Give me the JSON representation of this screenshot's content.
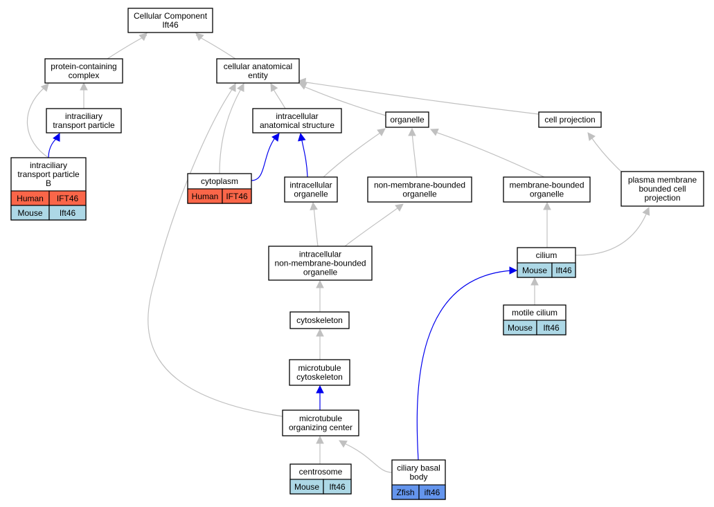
{
  "colors": {
    "gray_edge": "#c0c0c0",
    "blue_edge": "#0000ee",
    "Human": "#fa6649",
    "Mouse": "#add8e6",
    "Zfish": "#6495ed"
  },
  "nodes": [
    {
      "id": "cc",
      "label": [
        "Cellular Component",
        "Ift46"
      ],
      "rows": []
    },
    {
      "id": "pcc",
      "label": [
        "protein-containing",
        "complex"
      ],
      "rows": []
    },
    {
      "id": "cae",
      "label": [
        "cellular anatomical",
        "entity"
      ],
      "rows": []
    },
    {
      "id": "itp",
      "label": [
        "intraciliary",
        "transport particle"
      ],
      "rows": []
    },
    {
      "id": "ias",
      "label": [
        "intracellular",
        "anatomical structure"
      ],
      "rows": []
    },
    {
      "id": "org",
      "label": [
        "organelle"
      ],
      "rows": []
    },
    {
      "id": "cp",
      "label": [
        "cell projection"
      ],
      "rows": []
    },
    {
      "id": "itpb",
      "label": [
        "intraciliary",
        "transport particle",
        "B"
      ],
      "rows": [
        {
          "species": "Human",
          "gene": "IFT46"
        },
        {
          "species": "Mouse",
          "gene": "Ift46"
        }
      ]
    },
    {
      "id": "cyto",
      "label": [
        "cytoplasm"
      ],
      "rows": [
        {
          "species": "Human",
          "gene": "IFT46"
        }
      ]
    },
    {
      "id": "io",
      "label": [
        "intracellular",
        "organelle"
      ],
      "rows": []
    },
    {
      "id": "nmbo",
      "label": [
        "non-membrane-bounded",
        "organelle"
      ],
      "rows": []
    },
    {
      "id": "mbo",
      "label": [
        "membrane-bounded",
        "organelle"
      ],
      "rows": []
    },
    {
      "id": "pmbcp",
      "label": [
        "plasma membrane",
        "bounded cell",
        "projection"
      ],
      "rows": []
    },
    {
      "id": "inmbo",
      "label": [
        "intracellular",
        "non-membrane-bounded",
        "organelle"
      ],
      "rows": []
    },
    {
      "id": "cil",
      "label": [
        "cilium"
      ],
      "rows": [
        {
          "species": "Mouse",
          "gene": "Ift46"
        }
      ]
    },
    {
      "id": "mcil",
      "label": [
        "motile cilium"
      ],
      "rows": [
        {
          "species": "Mouse",
          "gene": "Ift46"
        }
      ]
    },
    {
      "id": "csk",
      "label": [
        "cytoskeleton"
      ],
      "rows": []
    },
    {
      "id": "mtcsk",
      "label": [
        "microtubule",
        "cytoskeleton"
      ],
      "rows": []
    },
    {
      "id": "mtoc",
      "label": [
        "microtubule",
        "organizing center"
      ],
      "rows": []
    },
    {
      "id": "cent",
      "label": [
        "centrosome"
      ],
      "rows": [
        {
          "species": "Mouse",
          "gene": "Ift46"
        }
      ]
    },
    {
      "id": "cbb",
      "label": [
        "ciliary basal",
        "body"
      ],
      "rows": [
        {
          "species": "Zfish",
          "gene": "ift46"
        }
      ]
    }
  ],
  "edges": [
    {
      "from": "pcc",
      "to": "cc",
      "color": "gray"
    },
    {
      "from": "cae",
      "to": "cc",
      "color": "gray"
    },
    {
      "from": "itp",
      "to": "pcc",
      "color": "gray"
    },
    {
      "from": "itpb",
      "to": "pcc",
      "color": "gray"
    },
    {
      "from": "itpb",
      "to": "itp",
      "color": "blue"
    },
    {
      "from": "cyto",
      "to": "cae",
      "color": "gray"
    },
    {
      "from": "cyto",
      "to": "ias",
      "color": "blue"
    },
    {
      "from": "ias",
      "to": "cae",
      "color": "gray"
    },
    {
      "from": "org",
      "to": "cae",
      "color": "gray"
    },
    {
      "from": "cp",
      "to": "cae",
      "color": "gray"
    },
    {
      "from": "io",
      "to": "ias",
      "color": "blue"
    },
    {
      "from": "io",
      "to": "org",
      "color": "gray"
    },
    {
      "from": "nmbo",
      "to": "org",
      "color": "gray"
    },
    {
      "from": "mbo",
      "to": "org",
      "color": "gray"
    },
    {
      "from": "pmbcp",
      "to": "cp",
      "color": "gray"
    },
    {
      "from": "inmbo",
      "to": "io",
      "color": "gray"
    },
    {
      "from": "inmbo",
      "to": "nmbo",
      "color": "gray"
    },
    {
      "from": "cil",
      "to": "mbo",
      "color": "gray"
    },
    {
      "from": "cil",
      "to": "pmbcp",
      "color": "gray"
    },
    {
      "from": "mcil",
      "to": "cil",
      "color": "gray"
    },
    {
      "from": "csk",
      "to": "inmbo",
      "color": "gray"
    },
    {
      "from": "mtcsk",
      "to": "csk",
      "color": "gray"
    },
    {
      "from": "mtoc",
      "to": "mtcsk",
      "color": "blue"
    },
    {
      "from": "mtoc",
      "to": "cae",
      "color": "gray"
    },
    {
      "from": "cent",
      "to": "mtoc",
      "color": "gray"
    },
    {
      "from": "cbb",
      "to": "mtoc",
      "color": "gray"
    },
    {
      "from": "cbb",
      "to": "cil",
      "color": "blue"
    }
  ]
}
